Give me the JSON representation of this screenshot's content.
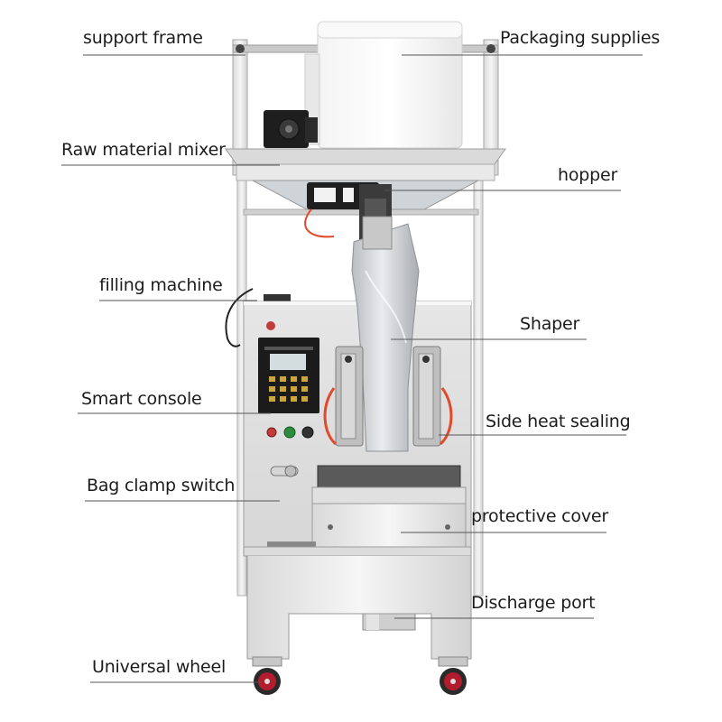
{
  "labels": {
    "support_frame": "support frame",
    "packaging_supplies": "Packaging supplies",
    "raw_material_mixer": "Raw material mixer",
    "hopper": "hopper",
    "filling_machine": "filling machine",
    "shaper": "Shaper",
    "smart_console": "Smart console",
    "side_heat_sealing": "Side heat sealing",
    "bag_clamp_switch": "Bag clamp switch",
    "protective_cover": "protective cover",
    "discharge_port": "Discharge port",
    "universal_wheel": "Universal wheel"
  },
  "colors": {
    "machine_body": "#ececec",
    "machine_edge": "#9a9a9a",
    "leader_line": "#555555",
    "wheel": "#b21c2c",
    "console": "#1b1b1b",
    "lcd": "#d3dde0",
    "button_red": "#c23a3a",
    "button_green": "#2d8a3e",
    "button_dark": "#333333",
    "tube": "#e04a2a"
  }
}
